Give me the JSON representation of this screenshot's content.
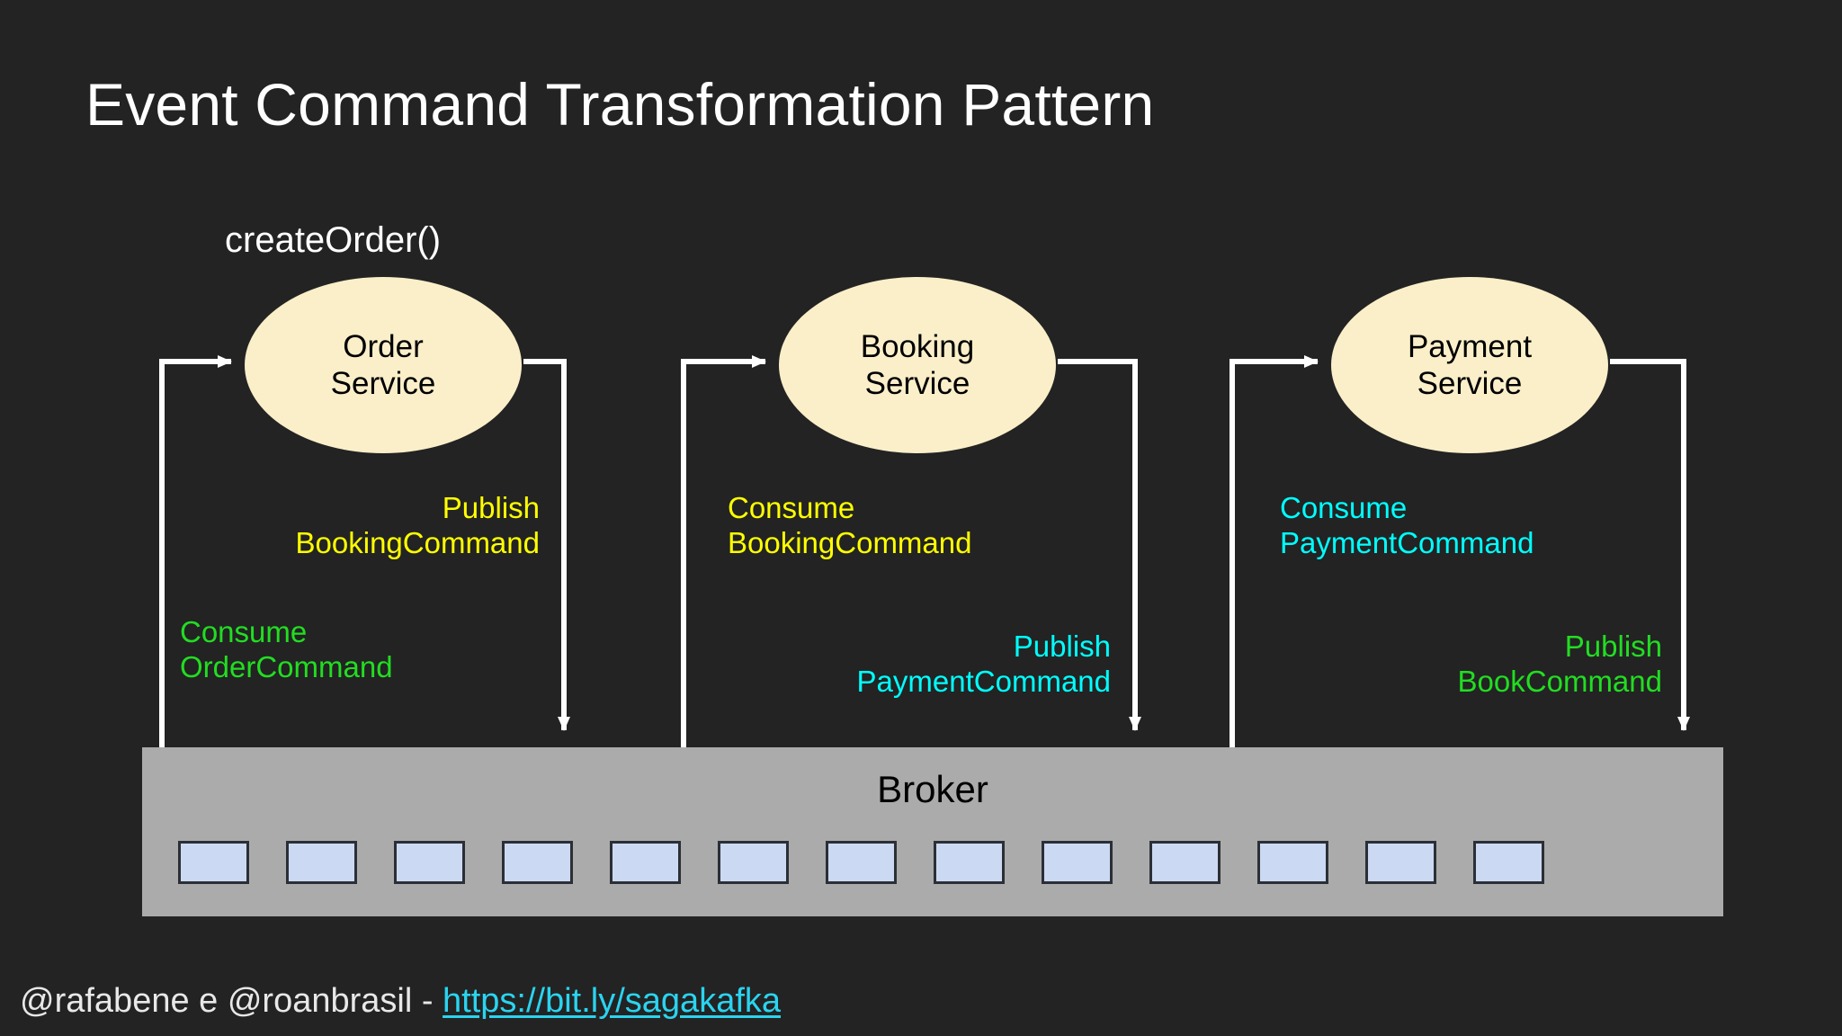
{
  "slide": {
    "background_color": "#232323",
    "title": "Event Command Transformation Pattern",
    "entry_call": "createOrder()"
  },
  "colors": {
    "background": "#232323",
    "title_text": "#ffffff",
    "service_fill": "#faefc9",
    "service_text": "#000000",
    "broker_fill": "#ababab",
    "broker_text": "#000000",
    "partition_fill": "#ccd9f2",
    "partition_border": "#2b2f36",
    "arrow": "#ffffff",
    "yellow": "#ffff00",
    "green": "#22dd22",
    "cyan": "#00ffff",
    "link": "#2ad4f0"
  },
  "services": [
    {
      "id": "order",
      "line1": "Order",
      "line2": "Service"
    },
    {
      "id": "booking",
      "line1": "Booking",
      "line2": "Service"
    },
    {
      "id": "payment",
      "line1": "Payment",
      "line2": "Service"
    }
  ],
  "labels": [
    {
      "id": "order-publish",
      "action": "Publish",
      "message": "BookingCommand",
      "color": "#ffff00"
    },
    {
      "id": "order-consume",
      "action": "Consume",
      "message": "OrderCommand",
      "color": "#22dd22"
    },
    {
      "id": "booking-consume",
      "action": "Consume",
      "message": "BookingCommand",
      "color": "#ffff00"
    },
    {
      "id": "booking-publish",
      "action": "Publish",
      "message": "PaymentCommand",
      "color": "#00ffff"
    },
    {
      "id": "payment-consume",
      "action": "Consume",
      "message": "PaymentCommand",
      "color": "#00ffff"
    },
    {
      "id": "payment-publish",
      "action": "Publish",
      "message": "BookCommand",
      "color": "#22dd22"
    }
  ],
  "broker": {
    "title": "Broker",
    "partition_count": 13
  },
  "footer": {
    "handles": "@rafabene e @roanbrasil - ",
    "link_text": "https://bit.ly/sagakafka"
  }
}
